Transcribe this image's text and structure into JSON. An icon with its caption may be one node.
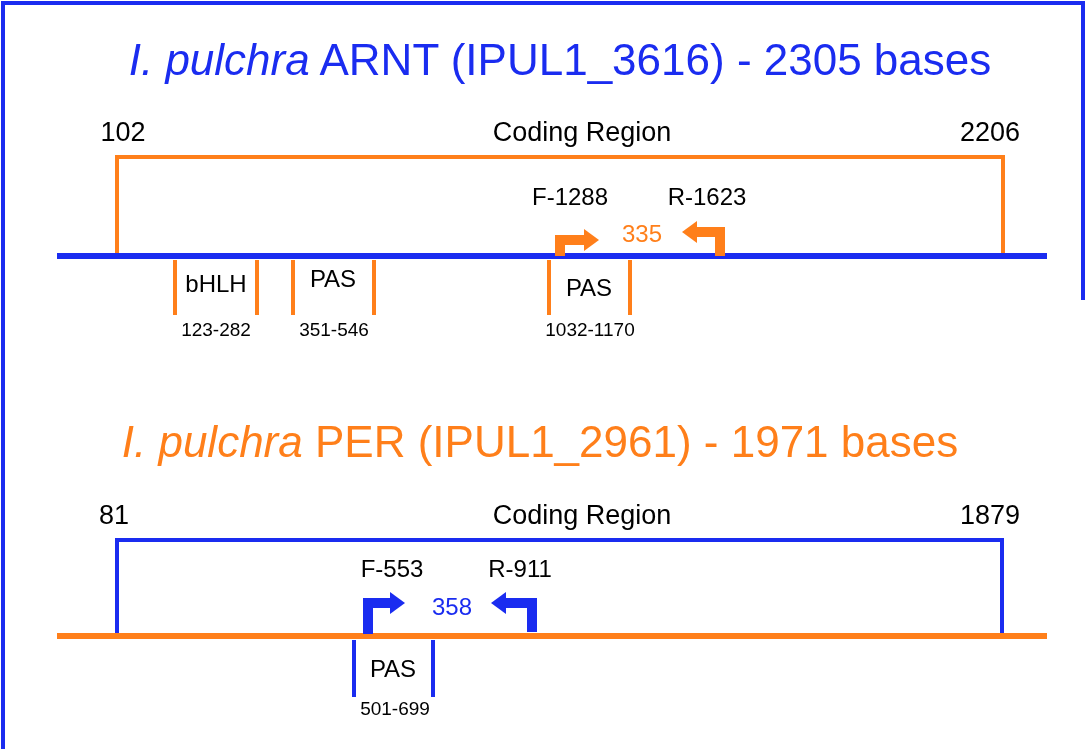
{
  "diagram": {
    "labels": [
      "*I. pulchra* ARNT (IPUL1_3616) - 2305 bases",
      "102",
      "Coding Region",
      "2206",
      "F-1288",
      "R-1623",
      "335",
      "bHLH",
      "PAS",
      "PAS",
      "123-282",
      "351-546",
      "1032-1170",
      "*I. pulchra* PER (IPUL1_2961) - 1971 bases",
      "81",
      "Coding Region",
      "1879",
      "F-553",
      "R-911",
      "358",
      "PAS",
      "501-699"
    ]
  }
}
